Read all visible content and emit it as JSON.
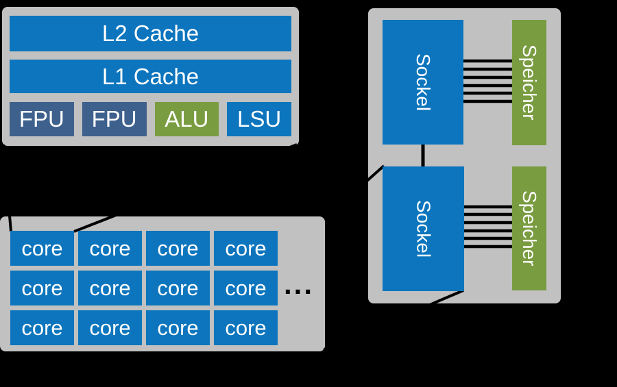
{
  "colors": {
    "background": "#000000",
    "panel": "#c1c1c1",
    "block_blue": "#0c75bd",
    "block_steel": "#3e608c",
    "block_green": "#7a9c41",
    "label_text": "#ffffff",
    "connector": "#000000"
  },
  "core_detail_panel": {
    "l2_cache_label": "L2 Cache",
    "l1_cache_label": "L1 Cache",
    "units": [
      {
        "label": "FPU",
        "type": "steel"
      },
      {
        "label": "FPU",
        "type": "steel"
      },
      {
        "label": "ALU",
        "type": "green"
      },
      {
        "label": "LSU",
        "type": "blue"
      }
    ]
  },
  "processor_panel": {
    "core_label": "core",
    "core_count": 12,
    "grid": {
      "rows": 3,
      "columns": 4
    },
    "ellipsis": "..."
  },
  "node_panel": {
    "sockets": [
      {
        "label": "Sockel"
      },
      {
        "label": "Sockel"
      }
    ],
    "memories": [
      {
        "label": "Speicher"
      },
      {
        "label": "Speicher"
      }
    ],
    "memory_bus_lines_per_socket": 6
  }
}
